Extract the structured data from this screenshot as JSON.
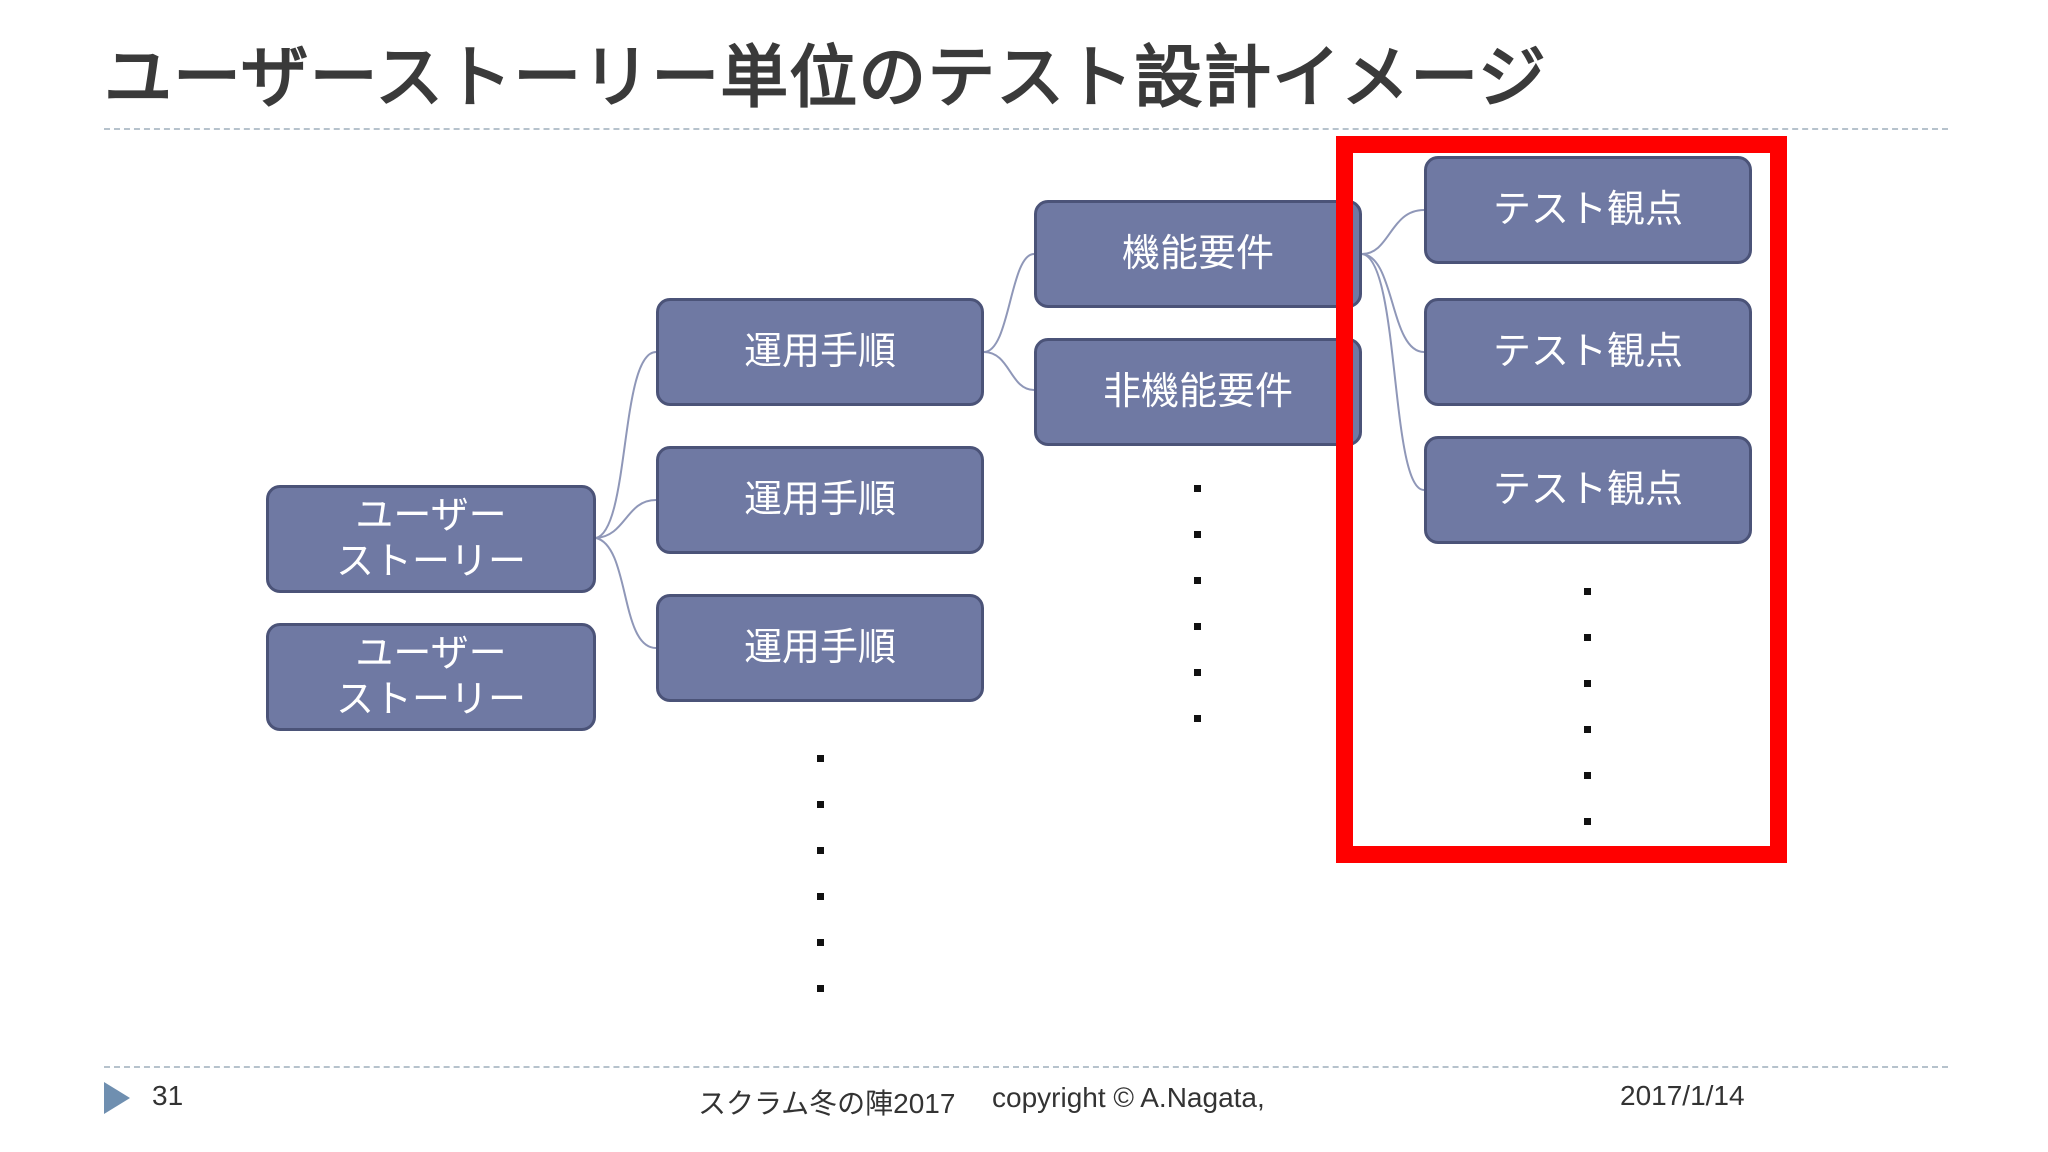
{
  "slide": {
    "title": "ユーザーストーリー単位のテスト設計イメージ"
  },
  "diagram": {
    "user_stories": [
      "ユーザー\nストーリー",
      "ユーザー\nストーリー"
    ],
    "procedures": [
      "運用手順",
      "運用手順",
      "運用手順"
    ],
    "requirements": [
      "機能要件",
      "非機能要件"
    ],
    "test_viewpoints": [
      "テスト観点",
      "テスト観点",
      "テスト観点"
    ]
  },
  "footer": {
    "page_number": "31",
    "event": "スクラム冬の陣2017",
    "copyright": "copyright © A.Nagata,",
    "date": "2017/1/14"
  },
  "colors": {
    "node_fill": "#6f79a3",
    "node_border": "#4b5378",
    "highlight": "#ff0000",
    "connector": "#8f97b8"
  }
}
